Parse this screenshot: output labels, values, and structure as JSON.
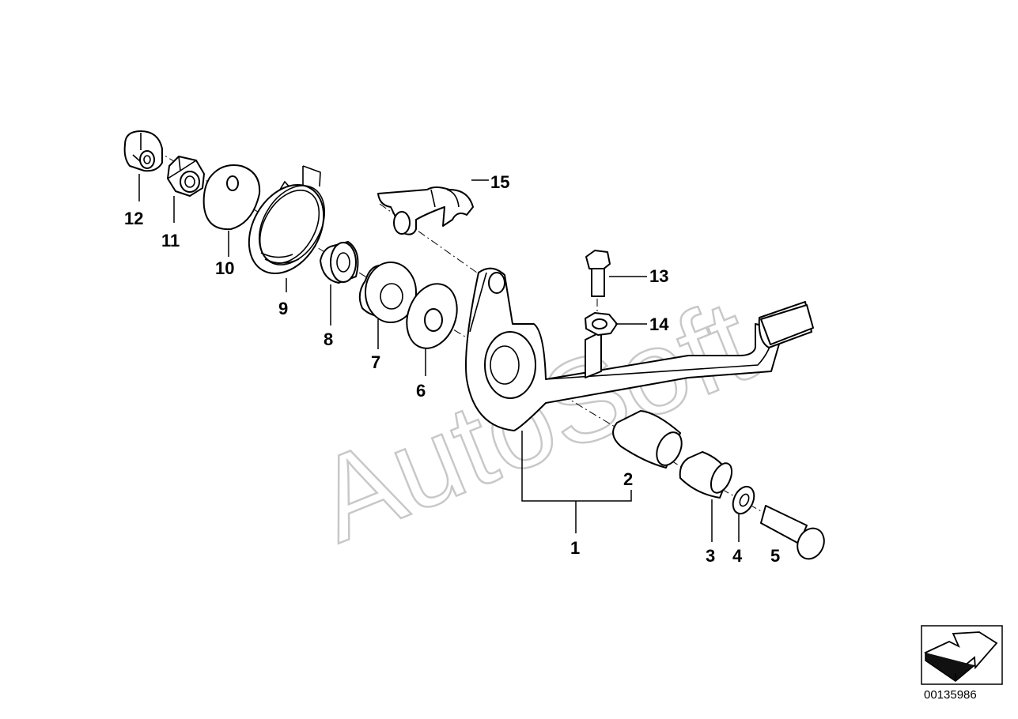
{
  "watermark": "AutoSoft",
  "diagram_id": "00135986",
  "callouts": {
    "c1": "1",
    "c2": "2",
    "c3": "3",
    "c4": "4",
    "c5": "5",
    "c6": "6",
    "c7": "7",
    "c8": "8",
    "c9": "9",
    "c10": "10",
    "c11": "11",
    "c12": "12",
    "c13": "13",
    "c14": "14",
    "c15": "15"
  },
  "icons": {
    "nav": "forward-arrow-icon"
  }
}
